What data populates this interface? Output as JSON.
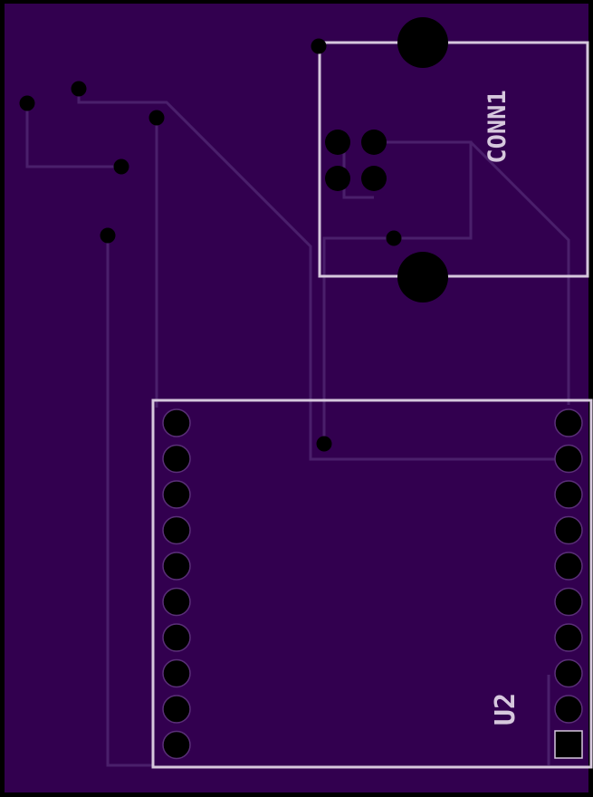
{
  "colors": {
    "outline": "#000000",
    "board": "#32004f",
    "trace": "#4a1f6b",
    "silkscreen": "#d6c8dd",
    "pad": "#000000"
  },
  "labels": {
    "connector_ref": "CONN1",
    "module_ref": "U2"
  },
  "components": [
    {
      "ref": "CONN1",
      "type": "connector",
      "pins": 4
    },
    {
      "ref": "U2",
      "type": "module",
      "pins_per_side": 10
    }
  ]
}
